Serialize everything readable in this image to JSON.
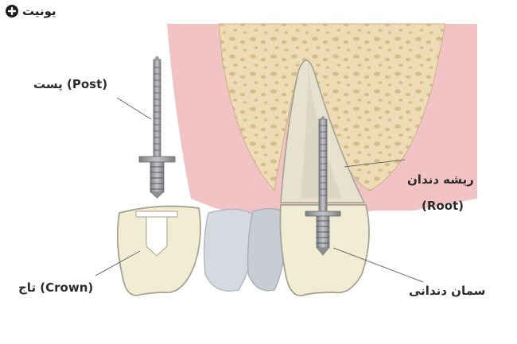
{
  "brand": {
    "name": "یونیت"
  },
  "labels": {
    "post": "پست (Post)",
    "crown": "تاج (Crown)",
    "root_fa": "ریشه دندان",
    "root_en": "(Root)",
    "cement": "سمان دندانی"
  },
  "colors": {
    "gum": "#f2c3c4",
    "bone": "#eddcb5",
    "enamel": "#f1ecd4",
    "post_metal": "#9a9c9f",
    "text": "#2b2b2b"
  }
}
